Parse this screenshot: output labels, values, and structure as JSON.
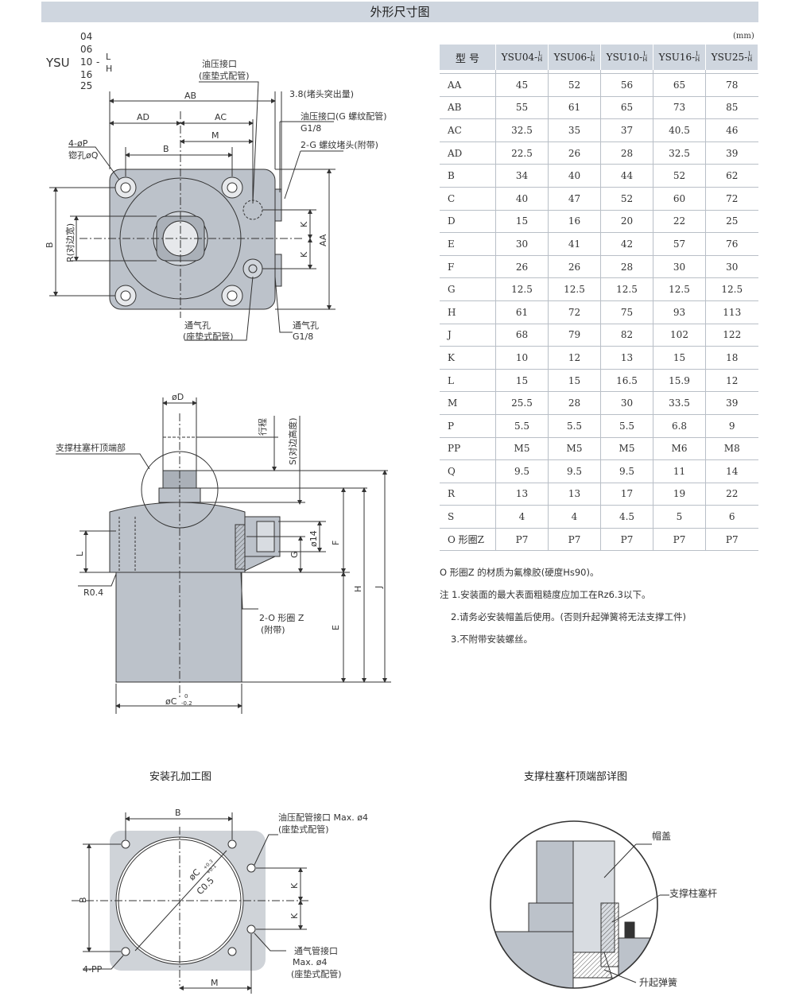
{
  "header": {
    "title": "外形尺寸图",
    "unit": "(mm)"
  },
  "model_code": {
    "prefix": "YSU",
    "sizes": [
      "04",
      "06",
      "10",
      "16",
      "25"
    ],
    "suffix_top": "L",
    "suffix_bottom": "H",
    "dash": "-"
  },
  "table": {
    "header_label": "型 号",
    "models": [
      {
        "name": "YSU04-",
        "l": "L",
        "h": "H"
      },
      {
        "name": "YSU06-",
        "l": "L",
        "h": "H"
      },
      {
        "name": "YSU10-",
        "l": "L",
        "h": "H"
      },
      {
        "name": "YSU16-",
        "l": "L",
        "h": "H"
      },
      {
        "name": "YSU25-",
        "l": "L",
        "h": "H"
      }
    ],
    "rows": [
      {
        "label": "AA",
        "values": [
          "45",
          "52",
          "56",
          "65",
          "78"
        ]
      },
      {
        "label": "AB",
        "values": [
          "55",
          "61",
          "65",
          "73",
          "85"
        ]
      },
      {
        "label": "AC",
        "values": [
          "32.5",
          "35",
          "37",
          "40.5",
          "46"
        ]
      },
      {
        "label": "AD",
        "values": [
          "22.5",
          "26",
          "28",
          "32.5",
          "39"
        ]
      },
      {
        "label": "B",
        "values": [
          "34",
          "40",
          "44",
          "52",
          "62"
        ]
      },
      {
        "label": "C",
        "values": [
          "40",
          "47",
          "52",
          "60",
          "72"
        ]
      },
      {
        "label": "D",
        "values": [
          "15",
          "16",
          "20",
          "22",
          "25"
        ]
      },
      {
        "label": "E",
        "values": [
          "30",
          "41",
          "42",
          "57",
          "76"
        ]
      },
      {
        "label": "F",
        "values": [
          "26",
          "26",
          "28",
          "30",
          "30"
        ]
      },
      {
        "label": "G",
        "values": [
          "12.5",
          "12.5",
          "12.5",
          "12.5",
          "12.5"
        ]
      },
      {
        "label": "H",
        "values": [
          "61",
          "72",
          "75",
          "93",
          "113"
        ]
      },
      {
        "label": "J",
        "values": [
          "68",
          "79",
          "82",
          "102",
          "122"
        ]
      },
      {
        "label": "K",
        "values": [
          "10",
          "12",
          "13",
          "15",
          "18"
        ]
      },
      {
        "label": "L",
        "values": [
          "15",
          "15",
          "16.5",
          "15.9",
          "12"
        ]
      },
      {
        "label": "M",
        "values": [
          "25.5",
          "28",
          "30",
          "33.5",
          "39"
        ]
      },
      {
        "label": "P",
        "values": [
          "5.5",
          "5.5",
          "5.5",
          "6.8",
          "9"
        ]
      },
      {
        "label": "PP",
        "values": [
          "M5",
          "M5",
          "M5",
          "M6",
          "M8"
        ]
      },
      {
        "label": "Q",
        "values": [
          "9.5",
          "9.5",
          "9.5",
          "11",
          "14"
        ]
      },
      {
        "label": "R",
        "values": [
          "13",
          "13",
          "17",
          "19",
          "22"
        ]
      },
      {
        "label": "S",
        "values": [
          "4",
          "4",
          "4.5",
          "5",
          "6"
        ]
      },
      {
        "label": "O 形圈Z",
        "values": [
          "P7",
          "P7",
          "P7",
          "P7",
          "P7"
        ]
      }
    ]
  },
  "notes": {
    "material": "O 形圈Z 的材质为氟橡胶(硬度Hs90)。",
    "note1": "注 1.安装面的最大表面粗糙度应加工在Rz6.3以下。",
    "note2": "2.请务必安装帽盖后使用。(否则升起弹簧将无法支撑工件)",
    "note3": "3.不附带安装螺丝。"
  },
  "top_view": {
    "oil_port_seat": "油压接口",
    "oil_port_seat2": "(座垫式配管)",
    "plug_protrude": "3.8(堵头突出量)",
    "oil_port_g": "油压接口(G 螺纹配管)",
    "oil_port_g2": "G1/8",
    "plug": "2-G 螺纹堵头(附带)",
    "holes": "4-øP",
    "counterbore": "锪孔øQ",
    "vent_seat": "通气孔",
    "vent_seat2": "(座垫式配管)",
    "vent_g": "通气孔",
    "vent_g2": "G1/8",
    "dim_ab": "AB",
    "dim_ad": "AD",
    "dim_ac": "AC",
    "dim_m": "M",
    "dim_b": "B",
    "dim_b_side": "B",
    "dim_r": "R(对边宽)",
    "dim_k": "K",
    "dim_aa": "AA"
  },
  "side_view": {
    "dim_d": "øD",
    "stroke": "行程",
    "dim_s": "S(对边高度)",
    "plunger_top": "支撑柱塞杆顶端部",
    "dim_l": "L",
    "r04": "R0.4",
    "dim_14": "ø14",
    "dim_g": "G",
    "dim_f": "F",
    "dim_h": "H",
    "dim_j": "J",
    "dim_e": "E",
    "oring": "2-O 形圈 Z",
    "oring2": "(附带)",
    "dim_c": "øC",
    "tol_c_top": "0",
    "tol_c_bot": "-0.2"
  },
  "mount_view": {
    "caption": "安装孔加工图",
    "dim_b": "B",
    "dim_b_side": "B",
    "oil_pipe": "油压配管接口 Max. ø4",
    "oil_pipe2": "(座垫式配管)",
    "dim_k": "K",
    "vent_pipe": "通气管接口",
    "vent_pipe2": "Max. ø4",
    "vent_pipe3": "(座垫式配管)",
    "holes": "4-PP",
    "dim_m": "M",
    "dim_c": "øC",
    "tol_top": "+0.3",
    "tol_bot": "+0.1",
    "chamfer": "C0.5"
  },
  "detail_view": {
    "caption": "支撑柱塞杆顶端部详图",
    "cap": "帽盖",
    "plunger": "支撑柱塞杆",
    "spring": "升起弹簧"
  }
}
